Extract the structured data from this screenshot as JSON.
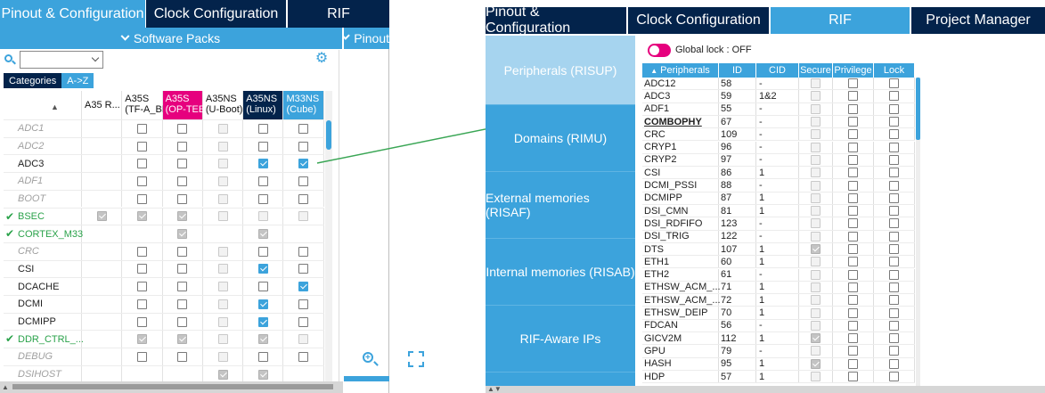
{
  "left": {
    "tabs": [
      "Pinout & Configuration",
      "Clock Configuration",
      "RIF"
    ],
    "subtabs": [
      "Software Packs",
      "Pinout"
    ],
    "filter_modes": [
      "Categories",
      "A->Z"
    ],
    "columns": [
      {
        "l1": "A35 R...",
        "l2": ""
      },
      {
        "l1": "A35S",
        "l2": "(TF-A_BL"
      },
      {
        "l1": "A35S",
        "l2": "(OP-TEE"
      },
      {
        "l1": "A35NS",
        "l2": "(U-Boot)"
      },
      {
        "l1": "A35NS",
        "l2": "(Linux)"
      },
      {
        "l1": "M33NS",
        "l2": "(Cube)"
      }
    ],
    "rows": [
      {
        "name": "ADC1",
        "style": "grey",
        "cells": [
          "",
          "u",
          "u",
          "d",
          "u",
          "u"
        ]
      },
      {
        "name": "ADC2",
        "style": "grey",
        "cells": [
          "",
          "u",
          "u",
          "d",
          "u",
          "u"
        ]
      },
      {
        "name": "ADC3",
        "style": "black",
        "cells": [
          "",
          "u",
          "u",
          "d",
          "c",
          "c"
        ]
      },
      {
        "name": "ADF1",
        "style": "grey",
        "cells": [
          "",
          "u",
          "u",
          "d",
          "u",
          "u"
        ]
      },
      {
        "name": "BOOT",
        "style": "grey",
        "cells": [
          "",
          "u",
          "u",
          "d",
          "u",
          "u"
        ]
      },
      {
        "name": "BSEC",
        "style": "green",
        "cells": [
          "dc",
          "dc",
          "dc",
          "d",
          "d",
          "d"
        ]
      },
      {
        "name": "CORTEX_M33",
        "style": "green",
        "cells": [
          "",
          "",
          "dc",
          "",
          "dc",
          ""
        ]
      },
      {
        "name": "CRC",
        "style": "grey",
        "cells": [
          "",
          "u",
          "u",
          "d",
          "u",
          "u"
        ]
      },
      {
        "name": "CSI",
        "style": "black",
        "cells": [
          "",
          "u",
          "u",
          "d",
          "c",
          "u"
        ]
      },
      {
        "name": "DCACHE",
        "style": "black",
        "cells": [
          "",
          "u",
          "u",
          "d",
          "u",
          "c"
        ]
      },
      {
        "name": "DCMI",
        "style": "black",
        "cells": [
          "",
          "u",
          "u",
          "d",
          "c",
          "u"
        ]
      },
      {
        "name": "DCMIPP",
        "style": "black",
        "cells": [
          "",
          "u",
          "u",
          "d",
          "c",
          "u"
        ]
      },
      {
        "name": "DDR_CTRL_...",
        "style": "green",
        "cells": [
          "",
          "dc",
          "dc",
          "d",
          "dc",
          "d"
        ]
      },
      {
        "name": "DEBUG",
        "style": "grey",
        "cells": [
          "",
          "u",
          "u",
          "d",
          "u",
          "u"
        ]
      },
      {
        "name": "DSIHOST",
        "style": "grey",
        "cells": [
          "",
          "",
          "",
          "dc",
          "dc",
          ""
        ]
      }
    ]
  },
  "right": {
    "tabs": [
      "Pinout & Configuration",
      "Clock Configuration",
      "RIF",
      "Project Manager"
    ],
    "sidebar": [
      "Peripherals (RISUP)",
      "Domains (RIMU)",
      "External memories (RISAF)",
      "Internal memories (RISAB)",
      "RIF-Aware IPs"
    ],
    "global_lock_label": "Global lock : OFF",
    "headers": [
      "Peripherals",
      "ID",
      "CID",
      "Secure",
      "Privilege",
      "Lock"
    ],
    "rows": [
      {
        "p": "ADC12",
        "id": "58",
        "cid": "-",
        "s": "d",
        "pv": "u",
        "lk": "u"
      },
      {
        "p": "ADC3",
        "id": "59",
        "cid": "1&2",
        "s": "d",
        "pv": "u",
        "lk": "u"
      },
      {
        "p": "ADF1",
        "id": "55",
        "cid": "-",
        "s": "d",
        "pv": "u",
        "lk": "u"
      },
      {
        "p": "COMBOPHY",
        "id": "67",
        "cid": "-",
        "s": "d",
        "pv": "u",
        "lk": "u",
        "bold": true
      },
      {
        "p": "CRC",
        "id": "109",
        "cid": "-",
        "s": "d",
        "pv": "u",
        "lk": "u"
      },
      {
        "p": "CRYP1",
        "id": "96",
        "cid": "-",
        "s": "d",
        "pv": "u",
        "lk": "u"
      },
      {
        "p": "CRYP2",
        "id": "97",
        "cid": "-",
        "s": "d",
        "pv": "u",
        "lk": "u"
      },
      {
        "p": "CSI",
        "id": "86",
        "cid": "1",
        "s": "d",
        "pv": "u",
        "lk": "u"
      },
      {
        "p": "DCMI_PSSI",
        "id": "88",
        "cid": "-",
        "s": "d",
        "pv": "u",
        "lk": "u"
      },
      {
        "p": "DCMIPP",
        "id": "87",
        "cid": "1",
        "s": "d",
        "pv": "u",
        "lk": "u"
      },
      {
        "p": "DSI_CMN",
        "id": "81",
        "cid": "1",
        "s": "d",
        "pv": "u",
        "lk": "u"
      },
      {
        "p": "DSI_RDFIFO",
        "id": "123",
        "cid": "-",
        "s": "d",
        "pv": "u",
        "lk": "u"
      },
      {
        "p": "DSI_TRIG",
        "id": "122",
        "cid": "-",
        "s": "d",
        "pv": "u",
        "lk": "u"
      },
      {
        "p": "DTS",
        "id": "107",
        "cid": "1",
        "s": "dc",
        "pv": "u",
        "lk": "u"
      },
      {
        "p": "ETH1",
        "id": "60",
        "cid": "1",
        "s": "d",
        "pv": "u",
        "lk": "u"
      },
      {
        "p": "ETH2",
        "id": "61",
        "cid": "-",
        "s": "d",
        "pv": "u",
        "lk": "u"
      },
      {
        "p": "ETHSW_ACM_...",
        "id": "71",
        "cid": "1",
        "s": "d",
        "pv": "u",
        "lk": "u"
      },
      {
        "p": "ETHSW_ACM_...",
        "id": "72",
        "cid": "1",
        "s": "d",
        "pv": "u",
        "lk": "u"
      },
      {
        "p": "ETHSW_DEIP",
        "id": "70",
        "cid": "1",
        "s": "d",
        "pv": "u",
        "lk": "u"
      },
      {
        "p": "FDCAN",
        "id": "56",
        "cid": "-",
        "s": "d",
        "pv": "u",
        "lk": "u"
      },
      {
        "p": "GICV2M",
        "id": "112",
        "cid": "1",
        "s": "dc",
        "pv": "u",
        "lk": "u"
      },
      {
        "p": "GPU",
        "id": "79",
        "cid": "-",
        "s": "d",
        "pv": "u",
        "lk": "u"
      },
      {
        "p": "HASH",
        "id": "95",
        "cid": "1",
        "s": "dc",
        "pv": "u",
        "lk": "u"
      },
      {
        "p": "HDP",
        "id": "57",
        "cid": "1",
        "s": "d",
        "pv": "u",
        "lk": "u"
      }
    ]
  }
}
